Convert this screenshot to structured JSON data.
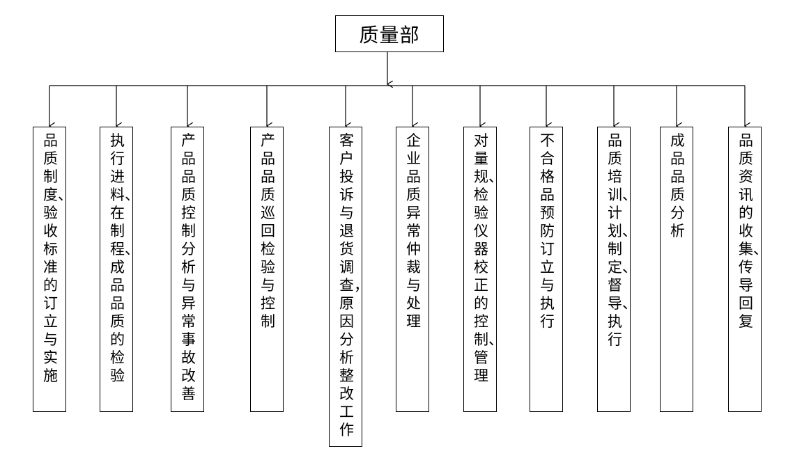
{
  "root": {
    "label": "质量部"
  },
  "children": [
    {
      "label": "品质制度、验收标准的订立与实施"
    },
    {
      "label": "执行进料、在制程、成品品质的检验"
    },
    {
      "label": "产品品质控制分析与异常事故改善"
    },
    {
      "label": "产品品质巡回检验与控制"
    },
    {
      "label": "客户投诉与退货调查，原因分析整改工作"
    },
    {
      "label": "企业品质异常仲裁与处理"
    },
    {
      "label": "对量规、检验仪器校正的控制、管理"
    },
    {
      "label": "不合格品预防订立与执行"
    },
    {
      "label": "品质培训、计划、制定、督导、执行"
    },
    {
      "label": "成品品质分析"
    },
    {
      "label": "品质资讯的收集、传导回复"
    }
  ]
}
